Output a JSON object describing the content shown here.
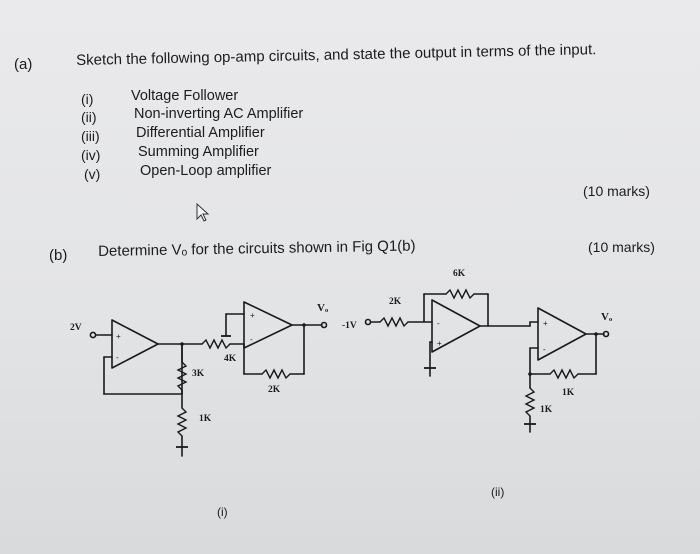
{
  "part_a": {
    "label": "(a)",
    "question": "Sketch the following op-amp circuits, and state the output in terms of the input.",
    "items": [
      {
        "num": "(i)",
        "text": "Voltage Follower"
      },
      {
        "num": "(ii)",
        "text": "Non-inverting AC Amplifier"
      },
      {
        "num": "(iii)",
        "text": "Differential Amplifier"
      },
      {
        "num": "(iv)",
        "text": "Summing Amplifier"
      },
      {
        "num": "(v)",
        "text": "Open-Loop amplifier"
      }
    ],
    "marks": "(10 marks)"
  },
  "part_b": {
    "label": "(b)",
    "question": "Determine Vₒ for the circuits shown in Fig Q1(b)",
    "marks": "(10 marks)"
  },
  "circuit_1": {
    "input": "2V",
    "r_3k": "3K",
    "r_1k": "1K",
    "r_4k": "4K",
    "r_2k": "2K",
    "output": "Vₒ",
    "caption": "(i)"
  },
  "circuit_2": {
    "input": "-1V",
    "r_2k": "2K",
    "r_6k": "6K",
    "r_1k": "1K",
    "output": "Vₒ",
    "caption": "(ii)"
  }
}
